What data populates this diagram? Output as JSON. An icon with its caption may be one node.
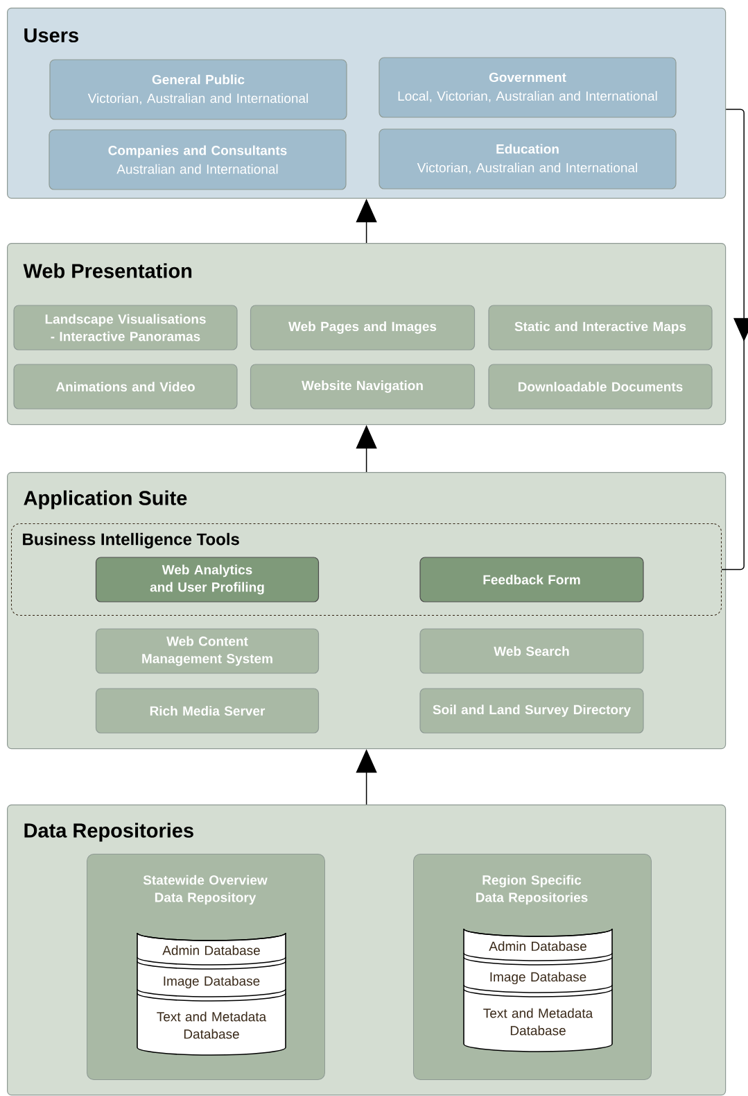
{
  "diagram": {
    "nodes": [
      {
        "text": [
          "Users"
        ]
      },
      {
        "text": [
          "General Public",
          "Victorian, Australian and International"
        ],
        "in": 0
      },
      {
        "text": [
          "Government",
          "Local, Victorian, Australian and International"
        ],
        "in": 0
      },
      {
        "text": [
          "Companies and Consultants",
          "Australian and International"
        ],
        "in": 0
      },
      {
        "text": [
          "Education",
          "Victorian, Australian and International"
        ],
        "in": 0
      },
      {
        "text": [
          "Web Presentation"
        ]
      },
      {
        "text": [
          "Landscape Visualisations - Interactive Panoramas"
        ],
        "in": 5
      },
      {
        "text": [
          "Web Pages and Images"
        ],
        "in": 5
      },
      {
        "text": [
          "Static and Interactive Maps"
        ],
        "in": 5
      },
      {
        "text": [
          "Animations and Video"
        ],
        "in": 5
      },
      {
        "text": [
          "Website Navigation"
        ],
        "in": 5
      },
      {
        "text": [
          "Downloadable Documents"
        ],
        "in": 5
      },
      {
        "text": [
          "Application Suite"
        ]
      },
      {
        "text": [
          "Business Intelligence Tools"
        ],
        "in": 12
      },
      {
        "text": [
          "Web Analytics and User Profiling"
        ],
        "in": 13
      },
      {
        "text": [
          "Feedback Form"
        ],
        "in": 13
      },
      {
        "text": [
          "Web Content Management System"
        ],
        "in": 12
      },
      {
        "text": [
          "Web Search"
        ],
        "in": 12
      },
      {
        "text": [
          "Rich Media Server"
        ],
        "in": 12
      },
      {
        "text": [
          "Soil and Land Survey Directory"
        ],
        "in": 12
      },
      {
        "text": [
          "Data Repositories"
        ]
      },
      {
        "text": [
          "Statewide Overview Data Repository"
        ],
        "in": 20
      },
      {
        "text": [
          "Admin Database",
          "Image Database",
          "Text and Metadata Database"
        ],
        "in": 21
      },
      {
        "text": [
          "Region Specific Data Repositories"
        ],
        "in": 20
      },
      {
        "text": [
          "Admin Database",
          "Image Database",
          "Text and Metadata Database"
        ],
        "in": 23
      }
    ],
    "edges": [
      {
        "from": 5,
        "to": 0,
        "arrow": "to"
      },
      {
        "from": 12,
        "to": 5,
        "arrow": "to"
      },
      {
        "from": 20,
        "to": 12,
        "arrow": "to"
      },
      {
        "from": 0,
        "to": 13,
        "arrow": "to"
      }
    ]
  }
}
